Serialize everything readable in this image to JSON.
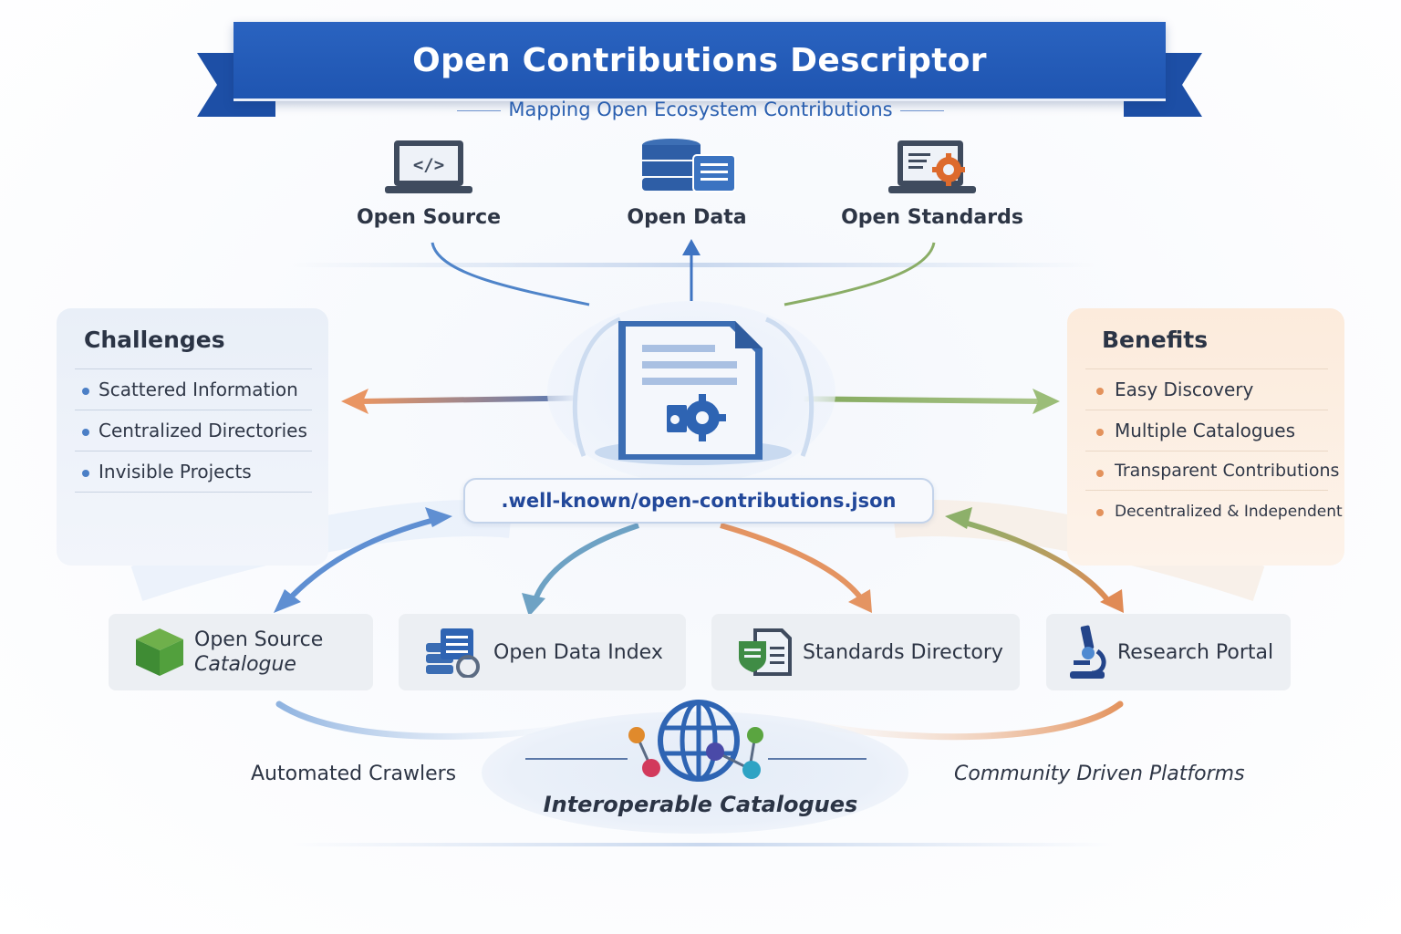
{
  "header": {
    "title": "Open Contributions Descriptor",
    "subtitle": "Mapping Open Ecosystem Contributions"
  },
  "categories": [
    {
      "label": "Open Source",
      "icon": "code-laptop-icon"
    },
    {
      "label": "Open Data",
      "icon": "database-icon"
    },
    {
      "label": "Open Standards",
      "icon": "standards-gear-icon"
    }
  ],
  "challenges": {
    "title": "Challenges",
    "items": [
      "Scattered Information",
      "Centralized Directories",
      "Invisible Projects"
    ]
  },
  "benefits": {
    "title": "Benefits",
    "items": [
      "Easy Discovery",
      "Multiple Catalogues",
      "Transparent Contributions",
      "Decentralized & Independent"
    ]
  },
  "descriptor_file": ".well-known/open-contributions.json",
  "catalogues": [
    {
      "label_line1": "Open Source",
      "label_line2": "Catalogue",
      "icon": "green-cube-icon"
    },
    {
      "label": "Open Data Index",
      "icon": "data-index-icon"
    },
    {
      "label": "Standards Directory",
      "icon": "standards-doc-icon"
    },
    {
      "label": "Research Portal",
      "icon": "microscope-icon"
    }
  ],
  "footer": {
    "left": "Automated Crawlers",
    "center": "Interoperable Catalogues",
    "right": "Community Driven Platforms"
  },
  "colors": {
    "ribbon": "#2460bb",
    "blue_accent": "#4b7fc6",
    "orange_accent": "#e3925c",
    "green_accent": "#8db06a"
  }
}
